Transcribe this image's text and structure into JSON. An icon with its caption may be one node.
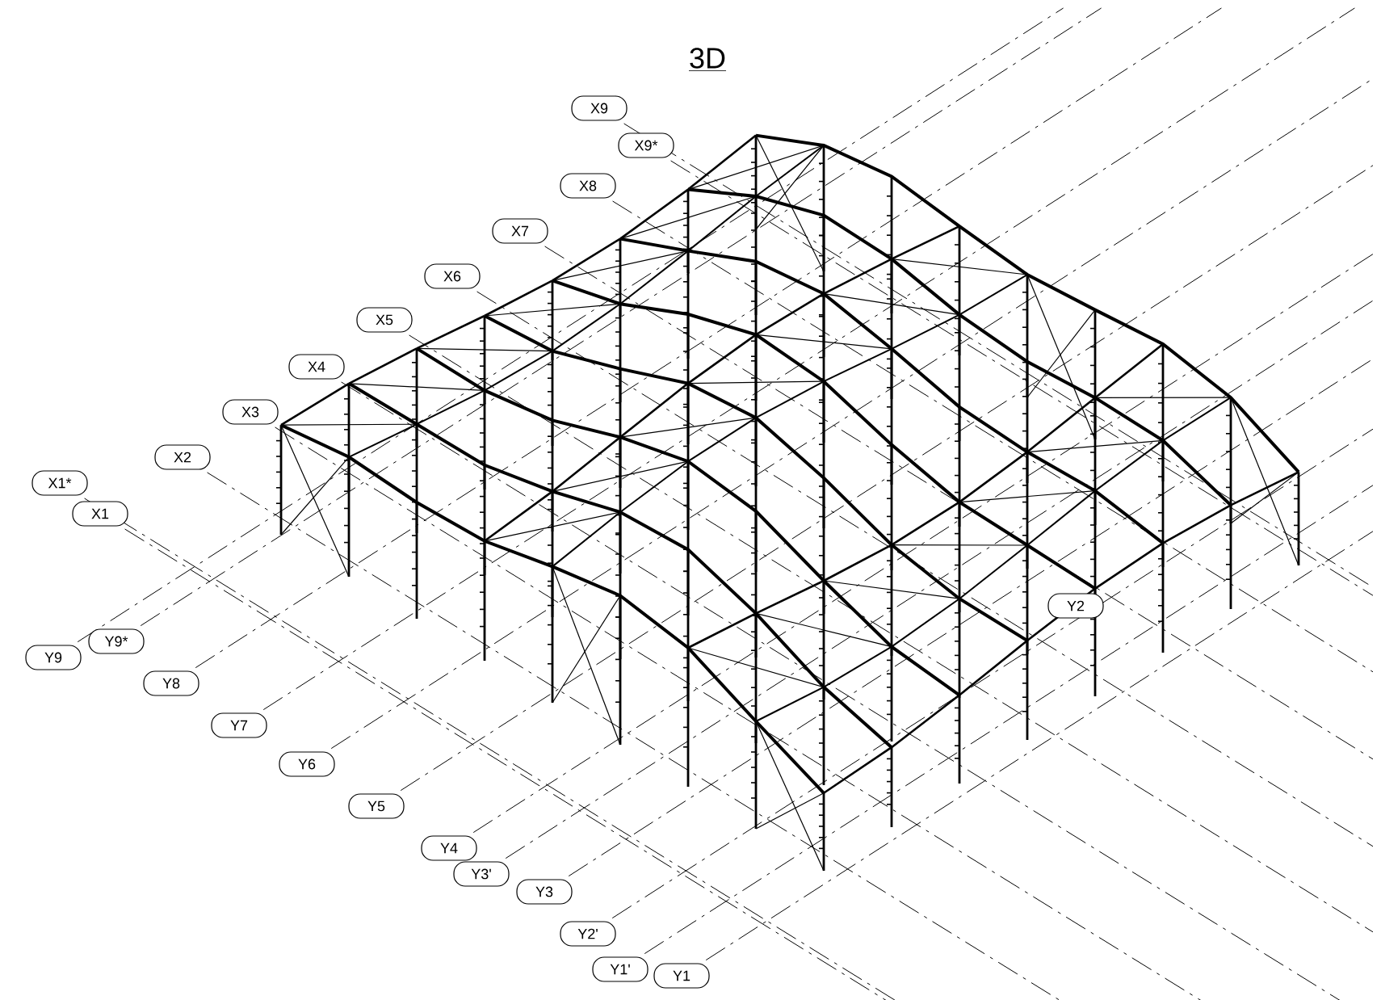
{
  "diagram": {
    "title": "3D",
    "nodes": [
      {
        "text": [
          "X9"
        ]
      },
      {
        "text": [
          "X9*"
        ]
      },
      {
        "text": [
          "X8"
        ]
      },
      {
        "text": [
          "X7"
        ]
      },
      {
        "text": [
          "X6"
        ]
      },
      {
        "text": [
          "X5"
        ]
      },
      {
        "text": [
          "X4"
        ]
      },
      {
        "text": [
          "X3"
        ]
      },
      {
        "text": [
          "X2"
        ]
      },
      {
        "text": [
          "X1*"
        ]
      },
      {
        "text": [
          "X1"
        ]
      },
      {
        "text": [
          "Y2"
        ]
      },
      {
        "text": [
          "Y9*"
        ]
      },
      {
        "text": [
          "Y9"
        ]
      },
      {
        "text": [
          "Y8"
        ]
      },
      {
        "text": [
          "Y7"
        ]
      },
      {
        "text": [
          "Y6"
        ]
      },
      {
        "text": [
          "Y5"
        ]
      },
      {
        "text": [
          "Y4"
        ]
      },
      {
        "text": [
          "Y3'"
        ]
      },
      {
        "text": [
          "Y3"
        ]
      },
      {
        "text": [
          "Y2'"
        ]
      },
      {
        "text": [
          "Y1'"
        ]
      },
      {
        "text": [
          "Y1"
        ]
      }
    ]
  }
}
